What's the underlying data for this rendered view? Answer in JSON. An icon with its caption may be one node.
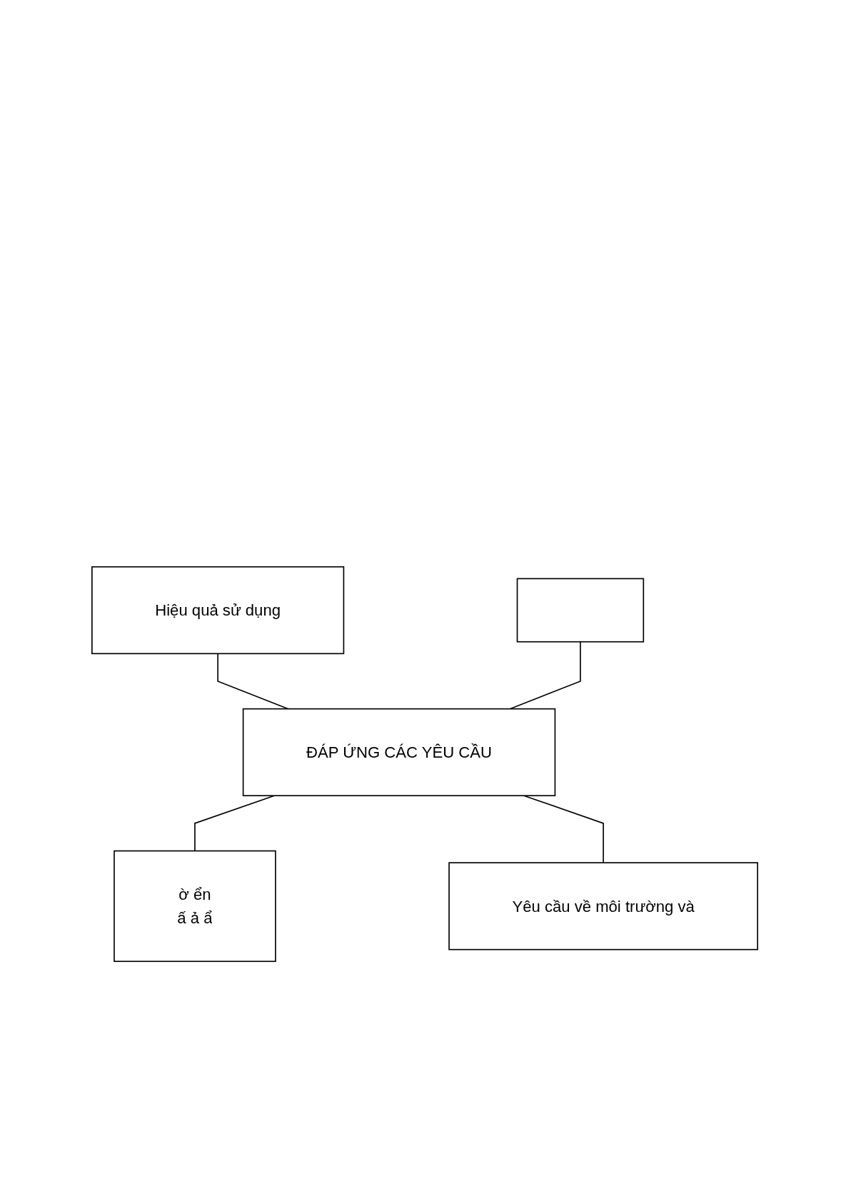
{
  "diagram": {
    "nodes": [
      {
        "text": [
          "Hiệu quả sử dụng"
        ]
      },
      {
        "text": [],
        "shape": "box"
      },
      {
        "text": [
          "ĐÁP ỨNG CÁC YÊU CẦU"
        ]
      },
      {
        "text": [
          "ờ ển",
          "ấ ả ẩ"
        ]
      },
      {
        "text": [
          "Yêu cầu về môi trường và"
        ]
      }
    ],
    "edges": [
      {
        "from": 0,
        "to": 2,
        "arrow": "none"
      },
      {
        "from": 1,
        "to": 2,
        "arrow": "none"
      },
      {
        "from": 2,
        "to": 3,
        "arrow": "none"
      },
      {
        "from": 2,
        "to": 4,
        "arrow": "none"
      }
    ]
  }
}
